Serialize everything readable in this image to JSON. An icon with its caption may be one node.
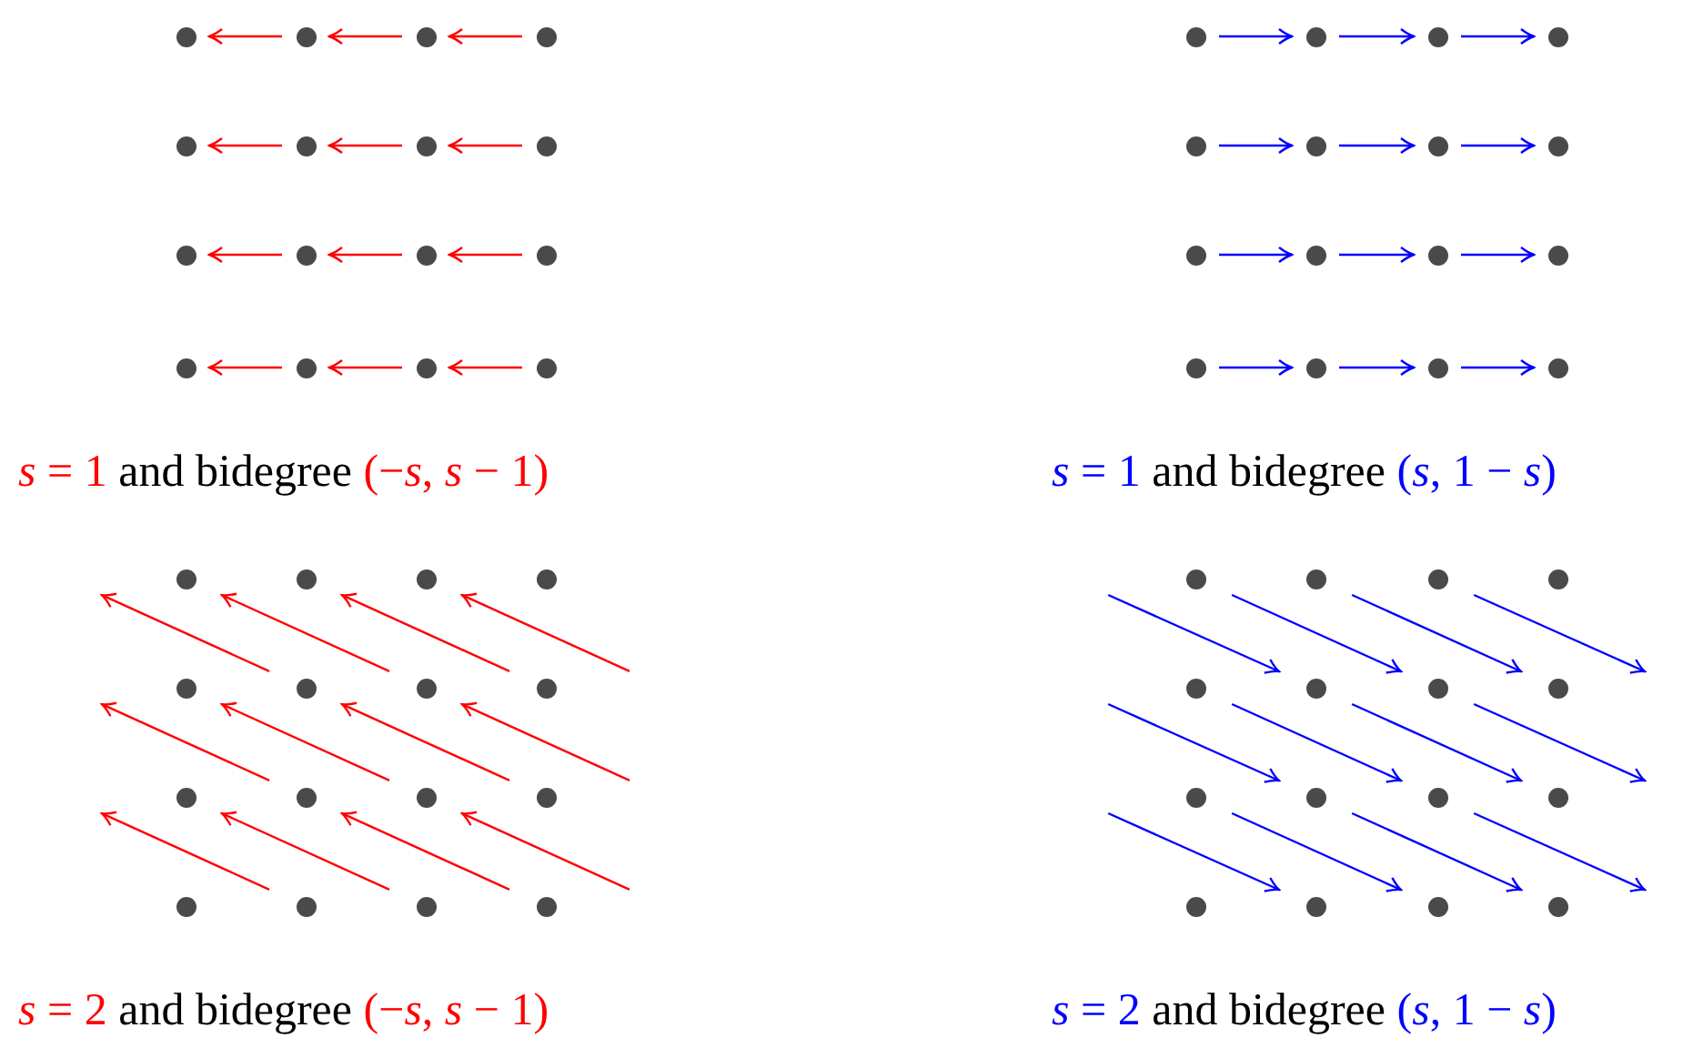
{
  "diagram": {
    "nodes": [
      {
        "text": [],
        "shape": "circle"
      },
      {
        "text": [],
        "shape": "circle"
      },
      {
        "text": [],
        "shape": "circle"
      },
      {
        "text": [],
        "shape": "circle"
      },
      {
        "text": [],
        "shape": "circle"
      },
      {
        "text": [],
        "shape": "circle"
      },
      {
        "text": [],
        "shape": "circle"
      },
      {
        "text": [],
        "shape": "circle"
      },
      {
        "text": [],
        "shape": "circle"
      },
      {
        "text": [],
        "shape": "circle"
      },
      {
        "text": [],
        "shape": "circle"
      },
      {
        "text": [],
        "shape": "circle"
      },
      {
        "text": [],
        "shape": "circle"
      },
      {
        "text": [],
        "shape": "circle"
      },
      {
        "text": [],
        "shape": "circle"
      },
      {
        "text": [],
        "shape": "circle"
      },
      {
        "text": [],
        "shape": "circle"
      },
      {
        "text": [],
        "shape": "circle"
      },
      {
        "text": [],
        "shape": "circle"
      },
      {
        "text": [],
        "shape": "circle"
      },
      {
        "text": [],
        "shape": "circle"
      },
      {
        "text": [],
        "shape": "circle"
      },
      {
        "text": [],
        "shape": "circle"
      },
      {
        "text": [],
        "shape": "circle"
      },
      {
        "text": [],
        "shape": "circle"
      },
      {
        "text": [],
        "shape": "circle"
      },
      {
        "text": [],
        "shape": "circle"
      },
      {
        "text": [],
        "shape": "circle"
      },
      {
        "text": [],
        "shape": "circle"
      },
      {
        "text": [],
        "shape": "circle"
      },
      {
        "text": [],
        "shape": "circle"
      },
      {
        "text": [],
        "shape": "circle"
      },
      {
        "text": [],
        "shape": "circle"
      },
      {
        "text": [],
        "shape": "circle"
      },
      {
        "text": [],
        "shape": "circle"
      },
      {
        "text": [],
        "shape": "circle"
      },
      {
        "text": [],
        "shape": "circle"
      },
      {
        "text": [],
        "shape": "circle"
      },
      {
        "text": [],
        "shape": "circle"
      },
      {
        "text": [],
        "shape": "circle"
      },
      {
        "text": [],
        "shape": "circle"
      },
      {
        "text": [],
        "shape": "circle"
      },
      {
        "text": [],
        "shape": "circle"
      },
      {
        "text": [],
        "shape": "circle"
      },
      {
        "text": [],
        "shape": "circle"
      },
      {
        "text": [],
        "shape": "circle"
      },
      {
        "text": [],
        "shape": "circle"
      },
      {
        "text": [],
        "shape": "circle"
      },
      {
        "text": [],
        "shape": "circle"
      },
      {
        "text": [],
        "shape": "circle"
      },
      {
        "text": [],
        "shape": "circle"
      },
      {
        "text": [],
        "shape": "circle"
      },
      {
        "text": [],
        "shape": "circle"
      },
      {
        "text": [],
        "shape": "circle"
      },
      {
        "text": [],
        "shape": "circle"
      },
      {
        "text": [],
        "shape": "circle"
      },
      {
        "text": [],
        "shape": "circle"
      },
      {
        "text": [],
        "shape": "circle"
      },
      {
        "text": [],
        "shape": "circle"
      },
      {
        "text": [],
        "shape": "circle"
      },
      {
        "text": [],
        "shape": "circle"
      },
      {
        "text": [],
        "shape": "circle"
      },
      {
        "text": [],
        "shape": "circle"
      },
      {
        "text": [],
        "shape": "circle"
      }
    ],
    "edges": [
      {
        "from": 1,
        "to": 0,
        "arrow": "to",
        "color": "#ff0000"
      },
      {
        "from": 2,
        "to": 1,
        "arrow": "to",
        "color": "#ff0000"
      },
      {
        "from": 3,
        "to": 2,
        "arrow": "to",
        "color": "#ff0000"
      },
      {
        "from": 5,
        "to": 4,
        "arrow": "to",
        "color": "#ff0000"
      },
      {
        "from": 6,
        "to": 5,
        "arrow": "to",
        "color": "#ff0000"
      },
      {
        "from": 7,
        "to": 6,
        "arrow": "to",
        "color": "#ff0000"
      },
      {
        "from": 9,
        "to": 8,
        "arrow": "to",
        "color": "#ff0000"
      },
      {
        "from": 10,
        "to": 9,
        "arrow": "to",
        "color": "#ff0000"
      },
      {
        "from": 11,
        "to": 10,
        "arrow": "to",
        "color": "#ff0000"
      },
      {
        "from": 13,
        "to": 12,
        "arrow": "to",
        "color": "#ff0000"
      },
      {
        "from": 14,
        "to": 13,
        "arrow": "to",
        "color": "#ff0000"
      },
      {
        "from": 15,
        "to": 14,
        "arrow": "to",
        "color": "#ff0000"
      },
      {
        "from": 16,
        "to": 17,
        "arrow": "to",
        "color": "#0000ff"
      },
      {
        "from": 17,
        "to": 18,
        "arrow": "to",
        "color": "#0000ff"
      },
      {
        "from": 18,
        "to": 19,
        "arrow": "to",
        "color": "#0000ff"
      },
      {
        "from": 20,
        "to": 21,
        "arrow": "to",
        "color": "#0000ff"
      },
      {
        "from": 21,
        "to": 22,
        "arrow": "to",
        "color": "#0000ff"
      },
      {
        "from": 22,
        "to": 23,
        "arrow": "to",
        "color": "#0000ff"
      },
      {
        "from": 24,
        "to": 25,
        "arrow": "to",
        "color": "#0000ff"
      },
      {
        "from": 25,
        "to": 26,
        "arrow": "to",
        "color": "#0000ff"
      },
      {
        "from": 26,
        "to": 27,
        "arrow": "to",
        "color": "#0000ff"
      },
      {
        "from": 28,
        "to": 29,
        "arrow": "to",
        "color": "#0000ff"
      },
      {
        "from": 29,
        "to": 30,
        "arrow": "to",
        "color": "#0000ff"
      },
      {
        "from": 30,
        "to": 31,
        "arrow": "to",
        "color": "#0000ff"
      },
      {
        "from": 37,
        "to": null,
        "arrow": "to",
        "color": "#ff0000"
      },
      {
        "from": 38,
        "to": 32,
        "arrow": "to",
        "color": "#ff0000"
      },
      {
        "from": 39,
        "to": 33,
        "arrow": "to",
        "color": "#ff0000"
      },
      {
        "from": null,
        "to": 34,
        "arrow": "to",
        "color": "#ff0000"
      },
      {
        "from": 41,
        "to": null,
        "arrow": "to",
        "color": "#ff0000"
      },
      {
        "from": 42,
        "to": 36,
        "arrow": "to",
        "color": "#ff0000"
      },
      {
        "from": 43,
        "to": 37,
        "arrow": "to",
        "color": "#ff0000"
      },
      {
        "from": null,
        "to": 38,
        "arrow": "to",
        "color": "#ff0000"
      },
      {
        "from": 45,
        "to": null,
        "arrow": "to",
        "color": "#ff0000"
      },
      {
        "from": 46,
        "to": 40,
        "arrow": "to",
        "color": "#ff0000"
      },
      {
        "from": 47,
        "to": 41,
        "arrow": "to",
        "color": "#ff0000"
      },
      {
        "from": null,
        "to": 42,
        "arrow": "to",
        "color": "#ff0000"
      },
      {
        "from": null,
        "to": 53,
        "arrow": "to",
        "color": "#0000ff"
      },
      {
        "from": 48,
        "to": 54,
        "arrow": "to",
        "color": "#0000ff"
      },
      {
        "from": 49,
        "to": 55,
        "arrow": "to",
        "color": "#0000ff"
      },
      {
        "from": 50,
        "to": null,
        "arrow": "to",
        "color": "#0000ff"
      },
      {
        "from": null,
        "to": 57,
        "arrow": "to",
        "color": "#0000ff"
      },
      {
        "from": 52,
        "to": 58,
        "arrow": "to",
        "color": "#0000ff"
      },
      {
        "from": 53,
        "to": 59,
        "arrow": "to",
        "color": "#0000ff"
      },
      {
        "from": 54,
        "to": null,
        "arrow": "to",
        "color": "#0000ff"
      },
      {
        "from": null,
        "to": 61,
        "arrow": "to",
        "color": "#0000ff"
      },
      {
        "from": 56,
        "to": 62,
        "arrow": "to",
        "color": "#0000ff"
      },
      {
        "from": 57,
        "to": 63,
        "arrow": "to",
        "color": "#0000ff"
      },
      {
        "from": 58,
        "to": null,
        "arrow": "to",
        "color": "#0000ff"
      }
    ],
    "labels": [
      "*s* = 1",
      "and bidegree",
      "(−*s*, *s* − 1)",
      "*s* = 1",
      "and bidegree",
      "(*s*, 1 − *s*)",
      "*s* = 2",
      "and bidegree",
      "(−*s*, *s* − 1)",
      "*s* = 2",
      "and bidegree",
      "(*s*, 1 − *s*)"
    ]
  }
}
